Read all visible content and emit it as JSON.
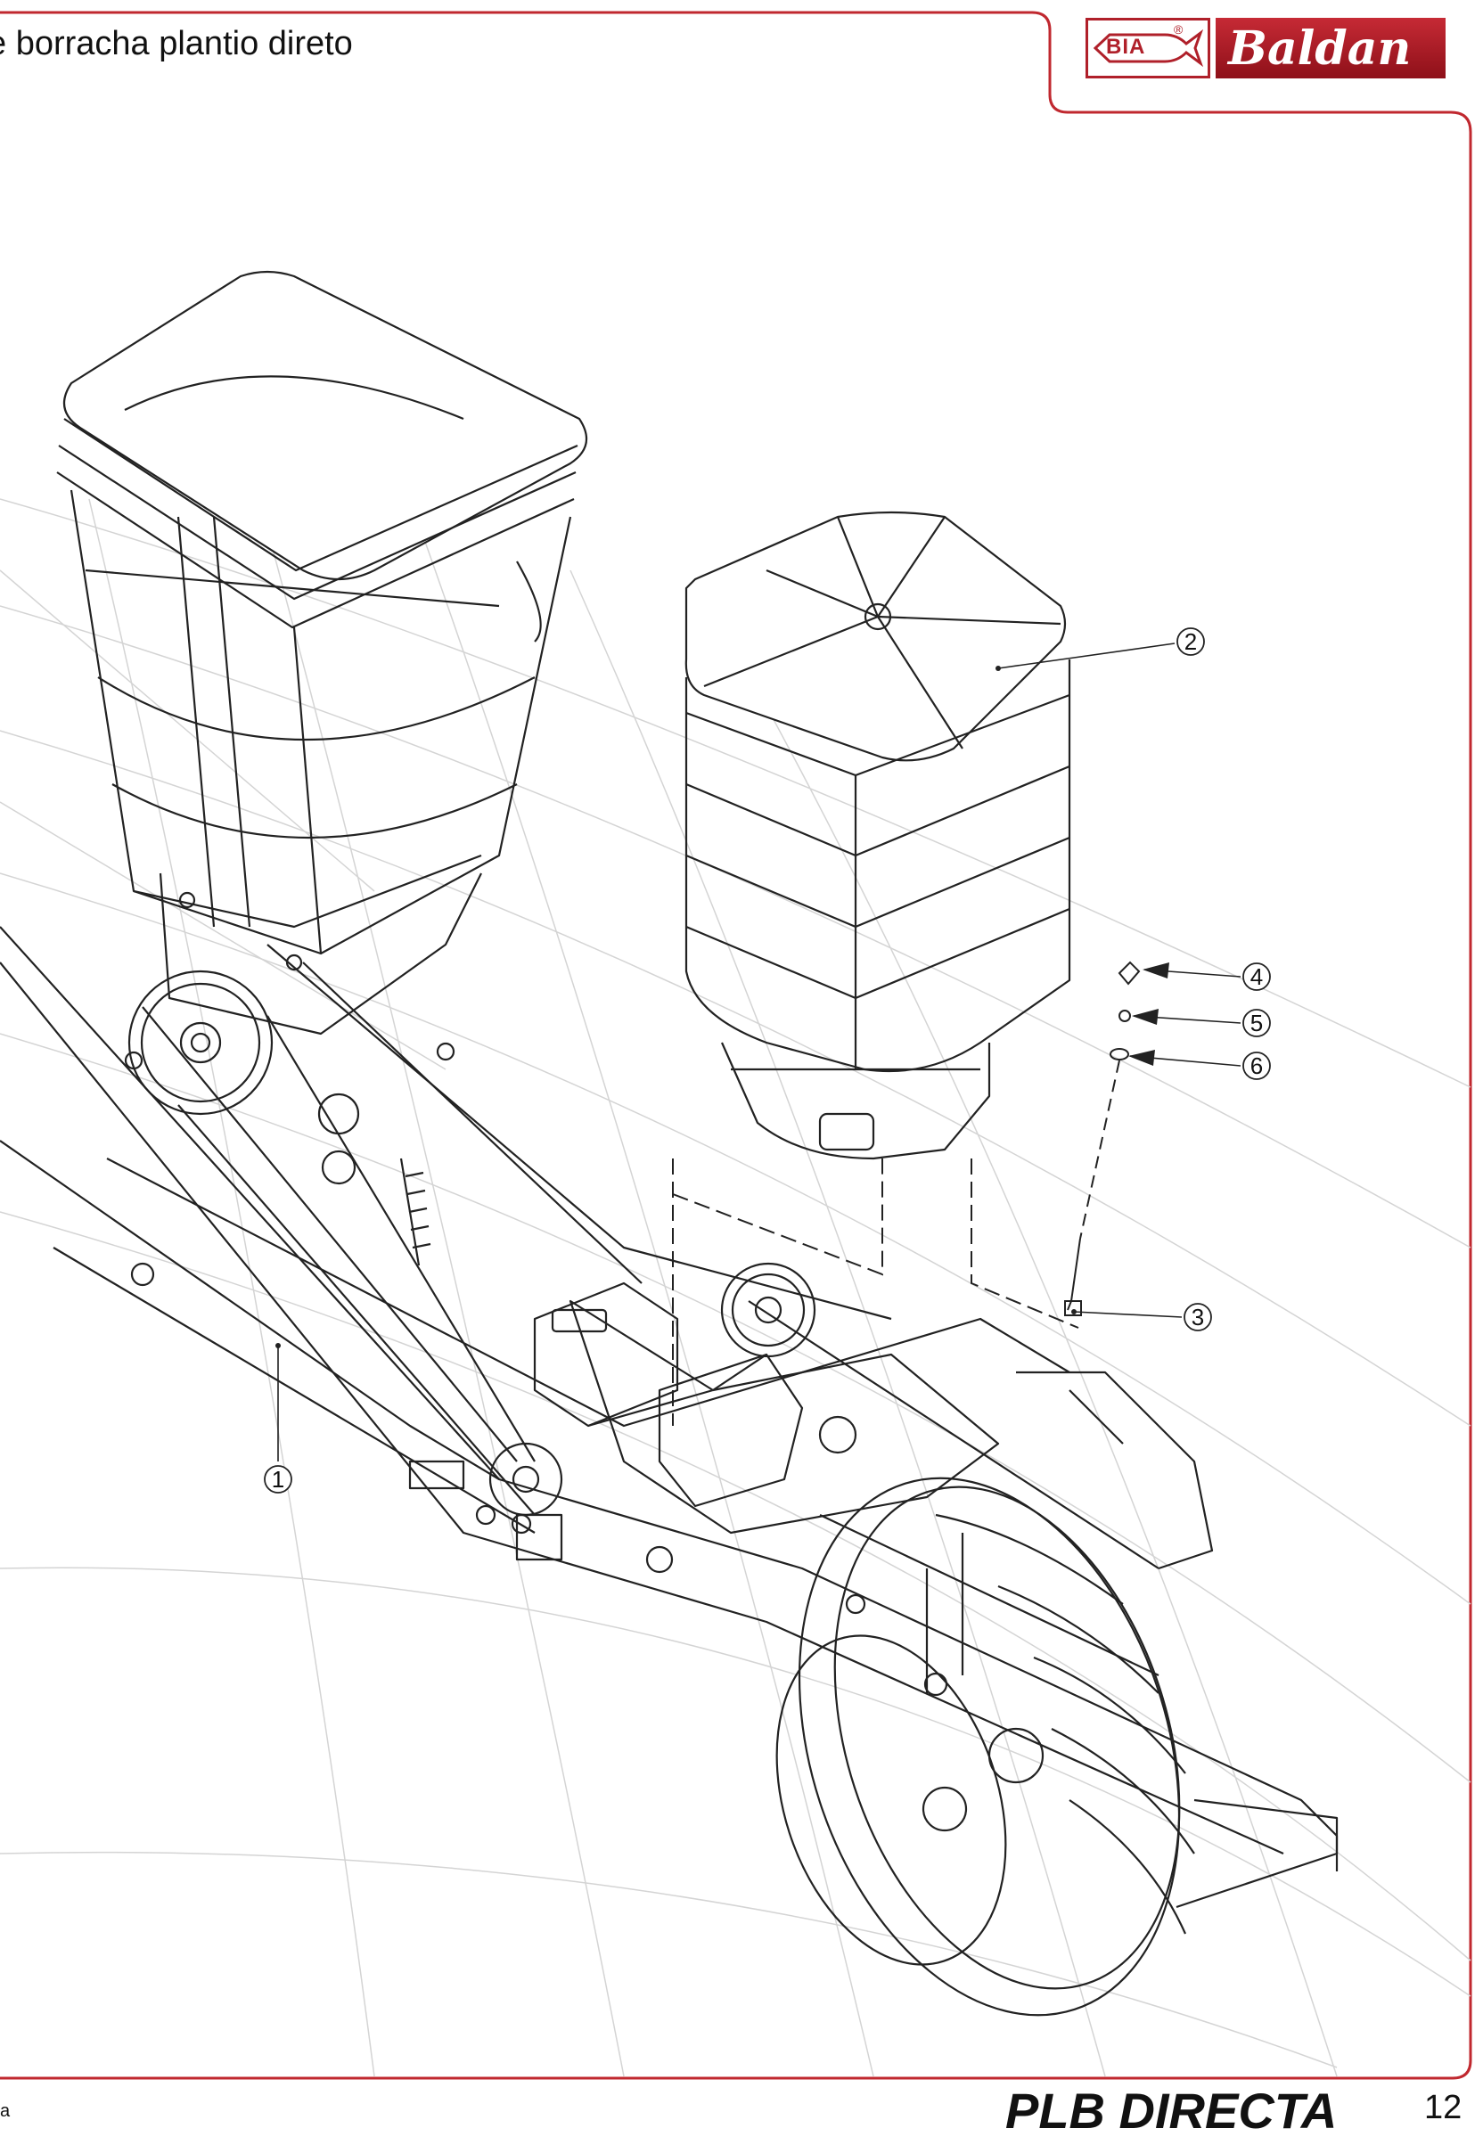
{
  "header": {
    "title": "e borracha plantio direto"
  },
  "logo": {
    "badge_text": "BIA",
    "registered_mark": "®",
    "brand_name": "Baldan"
  },
  "footer": {
    "model": "PLB DIRECTA",
    "page_number": "12",
    "left_fragment": "a"
  },
  "callouts": [
    {
      "label": "1"
    },
    {
      "label": "2"
    },
    {
      "label": "3"
    },
    {
      "label": "4"
    },
    {
      "label": "5"
    },
    {
      "label": "6"
    }
  ],
  "colors": {
    "frame_red": "#c0282f",
    "line": "#222222",
    "grid_gray": "#cfcfcf",
    "brand_red": "#b0202a"
  }
}
